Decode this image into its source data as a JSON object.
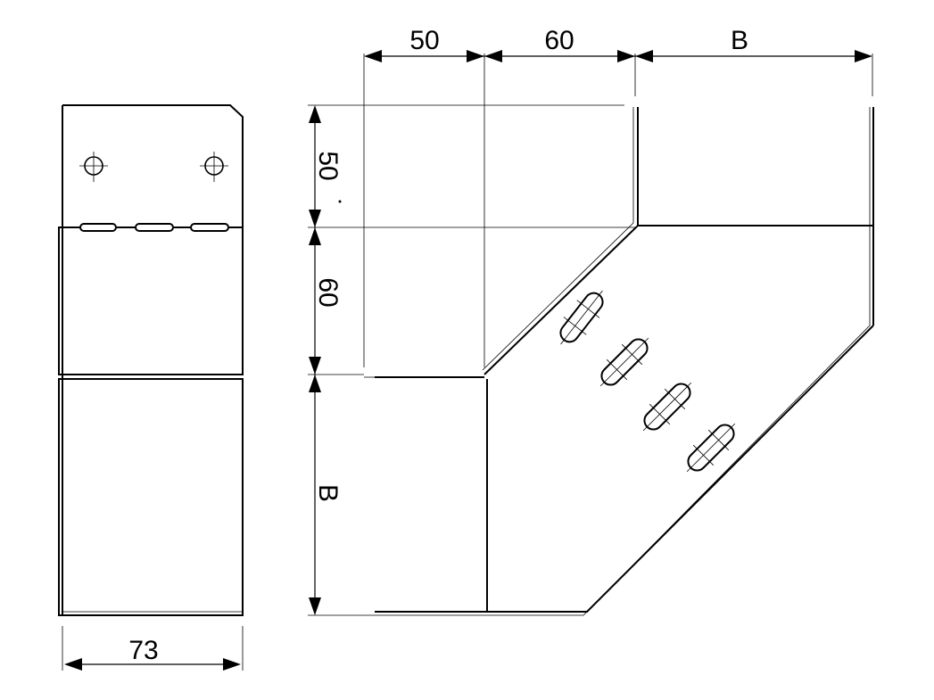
{
  "dimensions": {
    "top_left": "50",
    "top_mid": "60",
    "top_right": "B",
    "left_upper": "50",
    "left_mid": "60",
    "left_lower": "B",
    "bottom_width": "73"
  },
  "colors": {
    "line": "#000000",
    "background": "#ffffff"
  }
}
